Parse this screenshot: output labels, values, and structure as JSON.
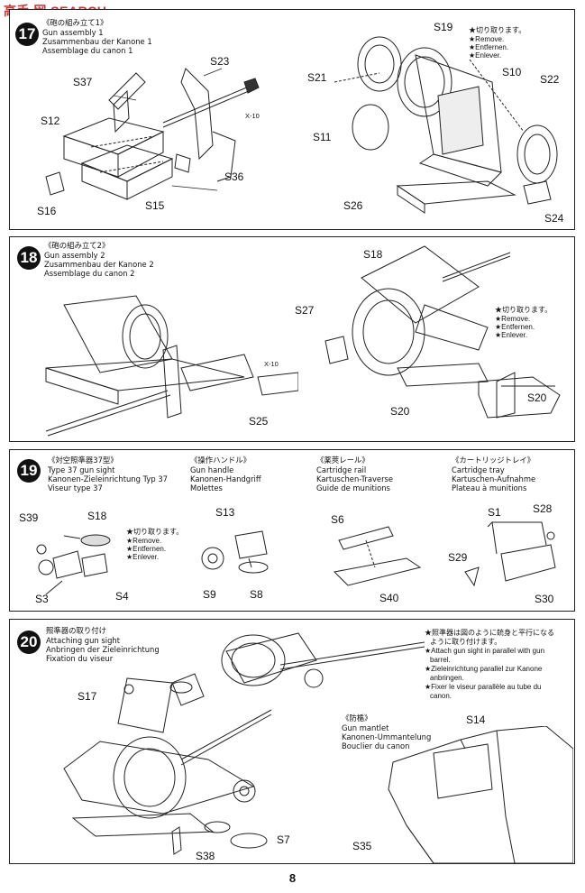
{
  "watermark": "SEARCH",
  "step17": {
    "number": "17",
    "jp": "《砲の組み立て1》",
    "en": "Gun assembly 1",
    "de": "Zusammenbau der Kanone 1",
    "fr": "Assemblage du canon 1",
    "parts": [
      "S23",
      "S37",
      "S12",
      "S16",
      "S15",
      "S36",
      "X-10",
      "S19",
      "S21",
      "S10",
      "S22",
      "S11",
      "S26",
      "S24"
    ],
    "remove_jp": "★切り取ります。",
    "remove_en": "★Remove.",
    "remove_de": "★Entfernen.",
    "remove_fr": "★Enlever."
  },
  "step18": {
    "number": "18",
    "jp": "《砲の組み立て2》",
    "en": "Gun assembly 2",
    "de": "Zusammenbau der Kanone 2",
    "fr": "Assemblage du canon 2",
    "parts": [
      "S18",
      "S27",
      "X-10",
      "S25",
      "S20",
      "S20"
    ],
    "remove_jp": "★切り取ります。",
    "remove_en": "★Remove.",
    "remove_de": "★Entfernen.",
    "remove_fr": "★Enlever."
  },
  "step19": {
    "number": "19",
    "sub1": {
      "jp": "《対空照準器37型》",
      "en": "Type 37 gun sight",
      "de": "Kanonen-Zieleinrichtung Typ 37",
      "fr": "Viseur type 37"
    },
    "sub2": {
      "jp": "《操作ハンドル》",
      "en": "Gun handle",
      "de": "Kanonen-Handgriff",
      "fr": "Molettes"
    },
    "sub3": {
      "jp": "《薬莢レール》",
      "en": "Cartridge rail",
      "de": "Kartuschen-Traverse",
      "fr": "Guide de munitions"
    },
    "sub4": {
      "jp": "《カートリッジトレイ》",
      "en": "Cartridge tray",
      "de": "Kartuschen-Aufnahme",
      "fr": "Plateau à munitions"
    },
    "parts": [
      "S39",
      "S18",
      "S3",
      "S4",
      "S13",
      "S9",
      "S8",
      "S6",
      "S40",
      "S1",
      "S28",
      "S29",
      "S30"
    ],
    "remove_jp": "★切り取ります。",
    "remove_en": "★Remove.",
    "remove_de": "★Entfernen.",
    "remove_fr": "★Enlever."
  },
  "step20": {
    "number": "20",
    "jp": "照準器の取り付け",
    "en": "Attaching gun sight",
    "de": "Anbringen der Zieleinrichtung",
    "fr": "Fixation du viseur",
    "note_jp1": "★照準器は図のように銃身と平行になる",
    "note_jp2": "ように取り付けます。",
    "note_en1": "★Attach gun sight in parallel with gun",
    "note_en2": "barrel.",
    "note_de1": "★Zieleinrichtung parallel zur Kanone",
    "note_de2": "anbringen.",
    "note_fr1": "★Fixer le viseur parallèle au tube du",
    "note_fr2": "canon.",
    "mantlet_jp": "《防楯》",
    "mantlet_en": "Gun mantlet",
    "mantlet_de": "Kanonen-Ummantelung",
    "mantlet_fr": "Bouclier du canon",
    "parts": [
      "S17",
      "S14",
      "S7",
      "S38",
      "S35"
    ]
  },
  "page_number": "8"
}
